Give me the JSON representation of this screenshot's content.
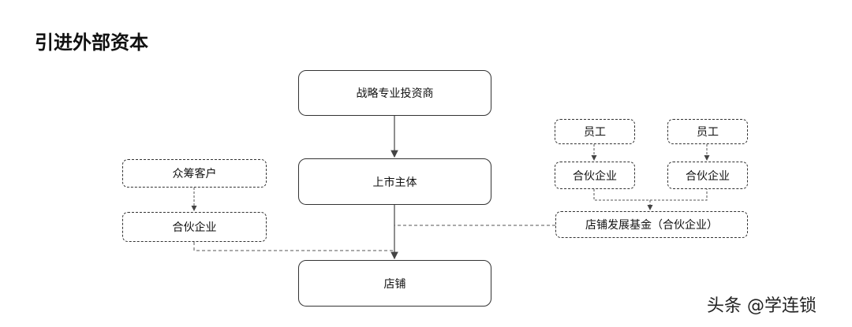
{
  "title": "引进外部资本",
  "nodes": {
    "investor": "战略专业投资商",
    "listed_entity": "上市主体",
    "store": "店铺",
    "crowdfunding_customers": "众筹客户",
    "crowdfunding_partnership": "合伙企业",
    "employee_1": "员工",
    "employee_2": "员工",
    "employee_partnership_1": "合伙企业",
    "employee_partnership_2": "合伙企业",
    "store_fund": "店铺发展基金（合伙企业）"
  },
  "watermark": "头条 @学连锁"
}
